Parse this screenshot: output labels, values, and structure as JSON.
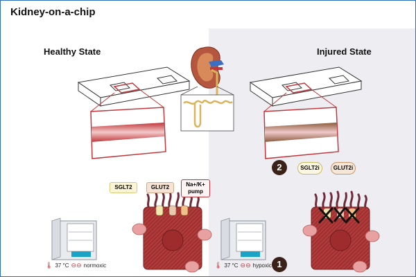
{
  "title": "Kidney-on-a-chip",
  "healthy": {
    "title": "Healthy State",
    "transporters": [
      "SGLT2",
      "GLUT2",
      "Na+/K+ pump"
    ],
    "temperature": "37 °C",
    "oxygen": "normoxic"
  },
  "injured": {
    "title": "Injured State",
    "step2_badge": "2",
    "inhibitors": [
      "SGLT2i",
      "GLUT2i"
    ],
    "step1_badge": "1",
    "temperature": "37 °C",
    "oxygen": "hypoxic"
  },
  "colors": {
    "cell": "#b03a3a",
    "cell_dark": "#8a2a2a",
    "channel_healthy": "#c0363a",
    "channel_injured": "#8b5a3c",
    "badge": "#3b2218",
    "incubator_accent": "#1aa3c4",
    "frame": "#2f6fb7"
  }
}
